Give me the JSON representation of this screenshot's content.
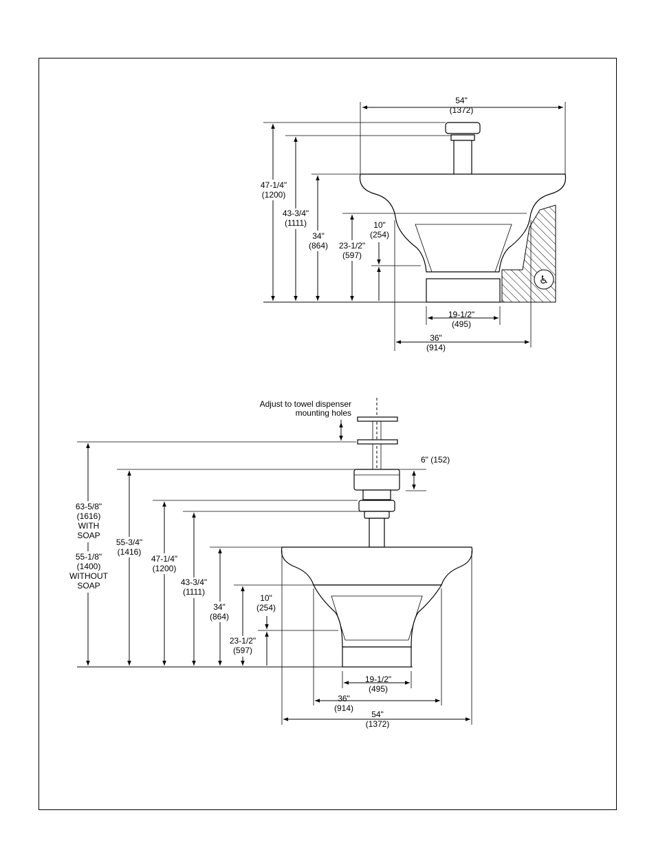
{
  "side_view": {
    "width_top": {
      "in": "54\"",
      "mm": "(1372)"
    },
    "h_overall": {
      "in": "47-1/4\"",
      "mm": "(1200)"
    },
    "h_spout": {
      "in": "43-3/4\"",
      "mm": "(1111)"
    },
    "h_rim": {
      "in": "34\"",
      "mm": "(864)"
    },
    "h_under": {
      "in": "23-1/2\"",
      "mm": "(597)"
    },
    "h_cover": {
      "in": "10\"",
      "mm": "(254)"
    },
    "w_base": {
      "in": "19-1/2\"",
      "mm": "(495)"
    },
    "w_bowl": {
      "in": "36\"",
      "mm": "(914)"
    }
  },
  "front_view": {
    "note_line1": "Adjust to towel dispenser",
    "note_line2": "mounting holes",
    "h_soap_step": "6\" (152)",
    "h_with_soap": {
      "in": "63-5/8\"",
      "mm": "(1616)",
      "l1": "WITH",
      "l2": "SOAP"
    },
    "h_without_soap": {
      "in": "55-1/8\"",
      "mm": "(1400)",
      "l1": "WITHOUT",
      "l2": "SOAP"
    },
    "h_towel": {
      "in": "55-3/4\"",
      "mm": "(1416)"
    },
    "h_overall": {
      "in": "47-1/4\"",
      "mm": "(1200)"
    },
    "h_spout": {
      "in": "43-3/4\"",
      "mm": "(1111)"
    },
    "h_rim": {
      "in": "34\"",
      "mm": "(864)"
    },
    "h_under": {
      "in": "23-1/2\"",
      "mm": "(597)"
    },
    "h_cover": {
      "in": "10\"",
      "mm": "(254)"
    },
    "w_base": {
      "in": "19-1/2\"",
      "mm": "(495)"
    },
    "w_bowl": {
      "in": "36\"",
      "mm": "(914)"
    },
    "w_top": {
      "in": "54\"",
      "mm": "(1372)"
    }
  },
  "icons": {
    "accessibility": "wheelchair-accessibility-icon"
  }
}
